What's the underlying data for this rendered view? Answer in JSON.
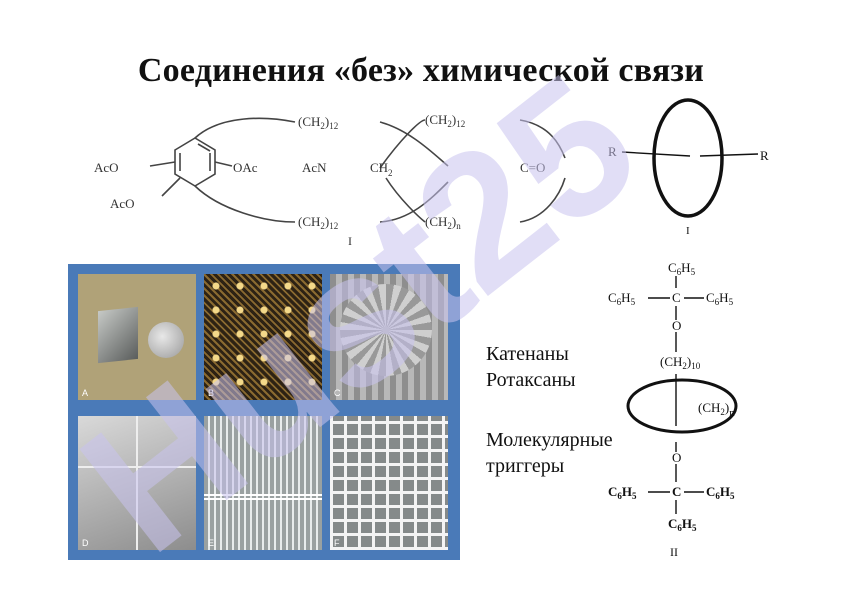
{
  "title": "Соединения «без» химической связи",
  "catenane": {
    "acetoxy_1": "AcO",
    "acetoxy_2": "AcO",
    "acetoxy_3": "OAc",
    "amine": "AcN",
    "methylene": "CH",
    "methylene_sub": "2",
    "carbonyl": "C=O",
    "chain_unit": "(CH",
    "chain_unit_close": ")",
    "chain_n12": "12",
    "chain_n": "n",
    "label": "I"
  },
  "schematic": {
    "r_left": "R",
    "r_right": "R",
    "label": "I"
  },
  "rotaxane": {
    "top_sub": "C",
    "top_sub_h": "H",
    "sub6": "6",
    "sub5": "5",
    "carbon": "C",
    "oxygen": "O",
    "chain_n10": "10",
    "ring_n": "n",
    "label": "II"
  },
  "photo_letters": [
    "A",
    "B",
    "C",
    "D",
    "E",
    "F"
  ],
  "labels": {
    "catenanes": "Катенаны",
    "rotaxanes": "Ротаксаны",
    "triggers_1": "Молекулярные",
    "triggers_2": "триггеры"
  },
  "watermark": "Hust25",
  "colors": {
    "watermark": "#c8c2ee",
    "panel": "#4a7ab8"
  }
}
